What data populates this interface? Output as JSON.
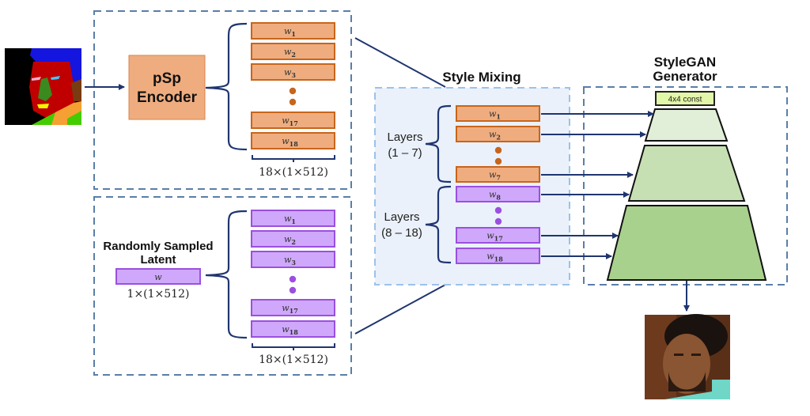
{
  "colors": {
    "orange_fill": "#efad7f",
    "orange_stroke": "#c8651b",
    "purple_fill": "#cfa8fb",
    "purple_stroke": "#9b4fe0",
    "navy": "#1f3570",
    "dashed": "#5a7ea8",
    "mix_bg": "#eaf1fa",
    "mix_dashed": "#9cc2ea",
    "const_fill": "#e3f7a8",
    "gen_1": "#e2efd8",
    "gen_2": "#c6e0b3",
    "gen_3": "#a9d18e"
  },
  "encoder_panel": {
    "encoder_label_line1": "pSp",
    "encoder_label_line2": "Encoder",
    "latents": [
      {
        "base": "w",
        "sub": "1"
      },
      {
        "base": "w",
        "sub": "2"
      },
      {
        "base": "w",
        "sub": "3"
      },
      {
        "base": "w",
        "sub": "17"
      },
      {
        "base": "w",
        "sub": "18"
      }
    ],
    "dimension_label": "18×(1×512)"
  },
  "random_panel": {
    "title_line1": "Randomly Sampled",
    "title_line2": "Latent",
    "latent_label": "w",
    "latent_dim": "1×(1×512)",
    "latents": [
      {
        "base": "w",
        "sub": "1"
      },
      {
        "base": "w",
        "sub": "2"
      },
      {
        "base": "w",
        "sub": "3"
      },
      {
        "base": "w",
        "sub": "17"
      },
      {
        "base": "w",
        "sub": "18"
      }
    ],
    "dimension_label": "18×(1×512)"
  },
  "style_mixing": {
    "title": "Style Mixing",
    "group1_line1": "Layers",
    "group1_line2": "(1 – 7)",
    "group2_line1": "Layers",
    "group2_line2": "(8 – 18)",
    "latents": [
      {
        "base": "w",
        "sub": "1",
        "source": "encoder"
      },
      {
        "base": "w",
        "sub": "2",
        "source": "encoder"
      },
      {
        "base": "w",
        "sub": "7",
        "source": "encoder"
      },
      {
        "base": "w",
        "sub": "8",
        "source": "random"
      },
      {
        "base": "w",
        "sub": "17",
        "source": "random"
      },
      {
        "base": "w",
        "sub": "18",
        "source": "random"
      }
    ]
  },
  "generator": {
    "title_line1": "StyleGAN",
    "title_line2": "Generator",
    "const_label": "4x4 const"
  },
  "images": {
    "input": "segmentation-map",
    "output": "generated-face"
  }
}
